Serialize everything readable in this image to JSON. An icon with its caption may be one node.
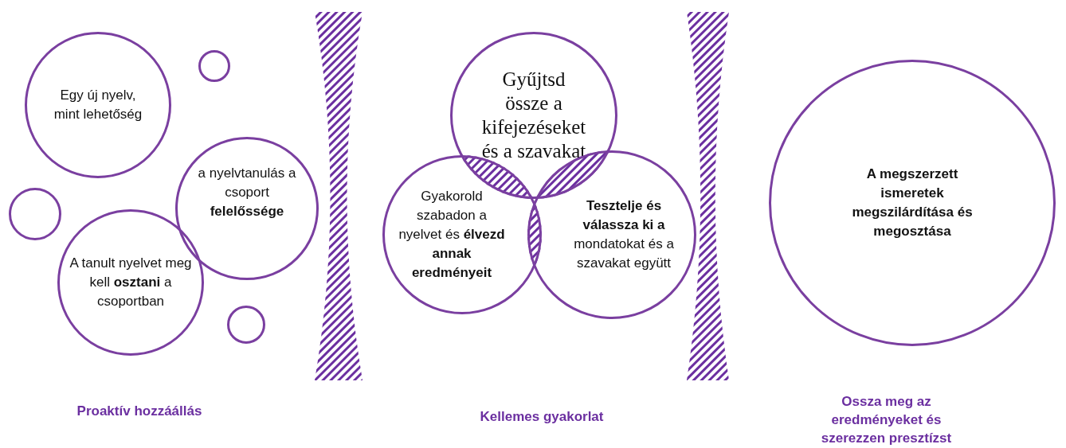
{
  "diagram": {
    "nodes": [
      {
        "text": [
          "Egy új nyelv, mint lehetőség"
        ]
      },
      {
        "text": [],
        "shape": "circle"
      },
      {
        "text": [
          "a nyelvtanulás a csoport **felelőssége**"
        ]
      },
      {
        "text": [],
        "shape": "circle"
      },
      {
        "text": [
          "A tanult nyelvet meg kell **osztani** a csoportban"
        ]
      },
      {
        "text": [],
        "shape": "circle"
      },
      {
        "text": [
          "Gyűjtsd össze a kifejezéseket és a szavakat"
        ]
      },
      {
        "text": [
          "Gyakorold szabadon a nyelvet és **élvezd annak eredményeit**"
        ]
      },
      {
        "text": [
          "**Tesztelje és válassza ki a** mondatokat és a szavakat együtt"
        ]
      },
      {
        "text": [
          "A megszerzett ismeretek megszilárdítása és megosztása"
        ]
      },
      {
        "text": [],
        "shape": "band"
      },
      {
        "text": [],
        "shape": "band"
      }
    ],
    "edges": [],
    "labels": [
      "Proaktív hozzáállás",
      "Kellemes gyakorlat",
      "Ossza meg az eredményeket és szerezzen presztízst"
    ]
  }
}
